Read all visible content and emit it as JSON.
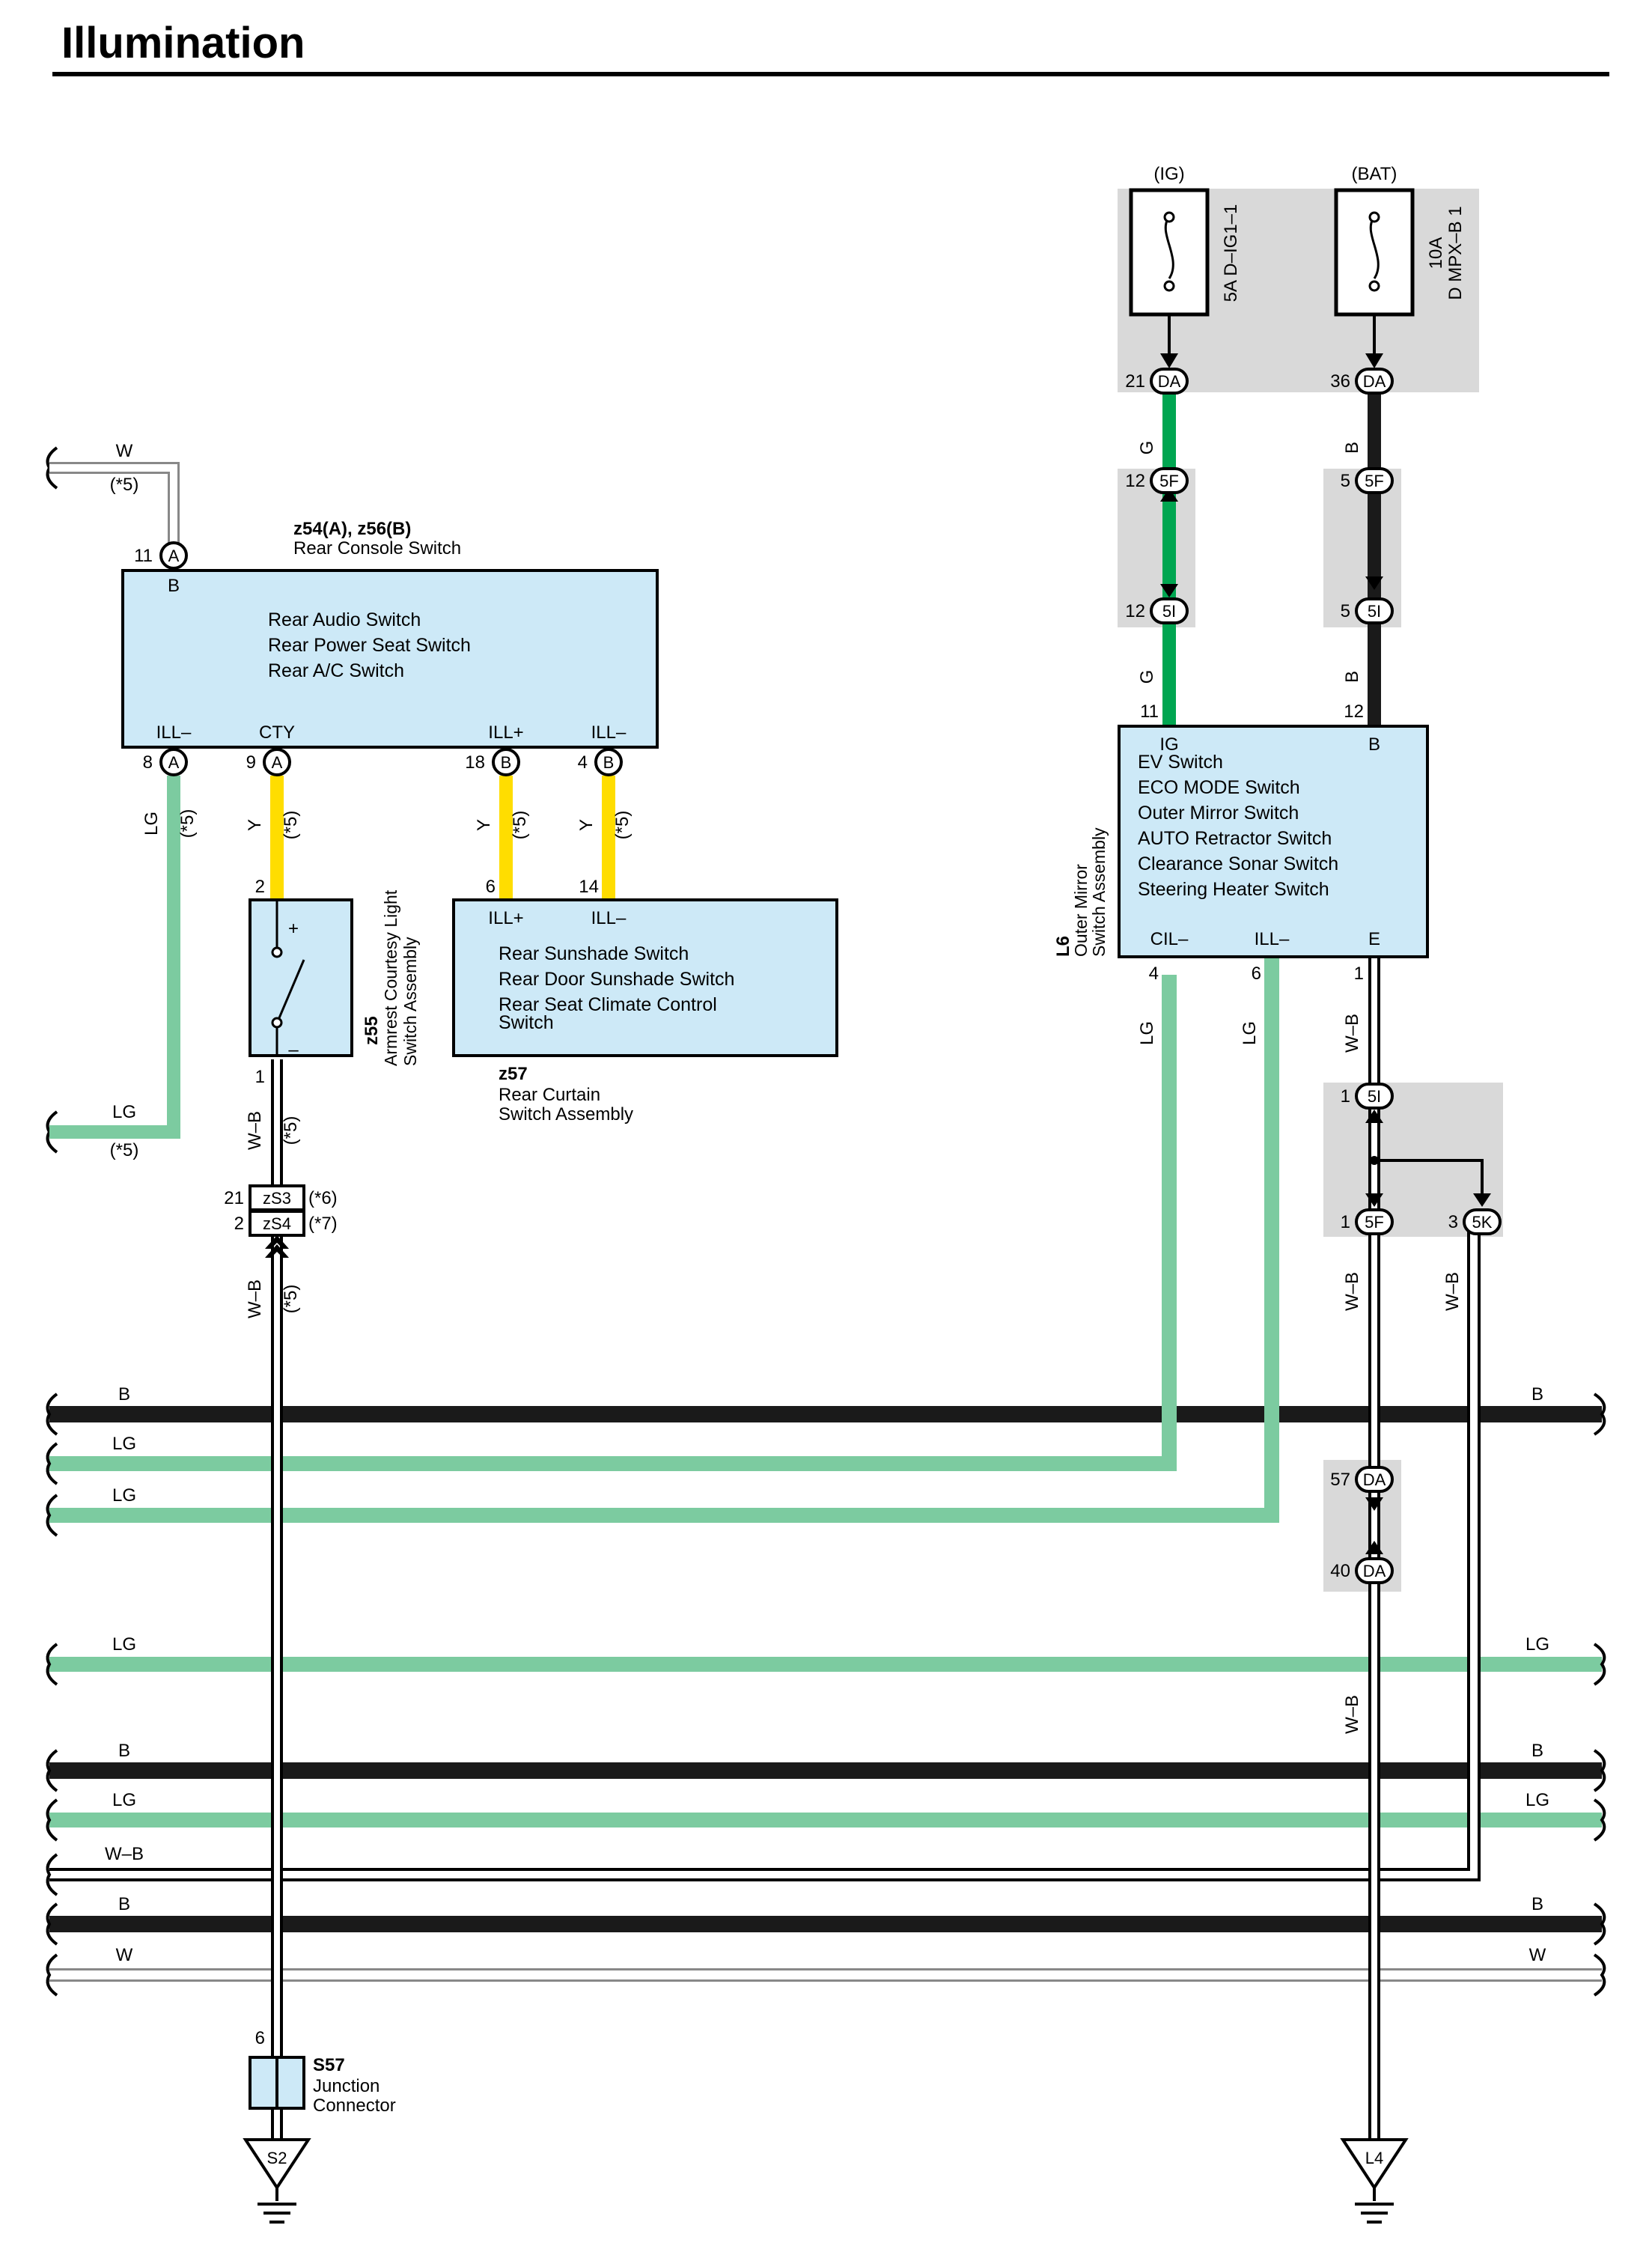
{
  "title": "Illumination",
  "power": {
    "ig_label": "(IG)",
    "bat_label": "(BAT)",
    "fuse1": {
      "rating": "5A",
      "name": "D–IG1–1"
    },
    "fuse2": {
      "rating": "10A",
      "name": "D MPX–B 1"
    }
  },
  "connectors": {
    "DA": "DA",
    "5F": "5F",
    "5I": "5I",
    "5K": "5K",
    "A": "A",
    "B": "B",
    "zS3": "zS3",
    "zS4": "zS4"
  },
  "pins": {
    "da21": "21",
    "da36": "36",
    "f12": "12",
    "f5": "5",
    "i12": "12",
    "i5": "5",
    "ev11": "11",
    "ev12": "12",
    "ev4": "4",
    "ev6": "6",
    "ev1": "1",
    "i1": "1",
    "f1": "1",
    "k3": "3",
    "da57": "57",
    "da40": "40",
    "rc11": "11",
    "rc8": "8",
    "rc9": "9",
    "rc18": "18",
    "rc4": "4",
    "z55_2": "2",
    "z55_1": "1",
    "z57_6": "6",
    "z57_14": "14",
    "zs3_21": "21",
    "zs4_2": "2",
    "s57_6": "6"
  },
  "wires": {
    "W": "W",
    "LG": "LG",
    "Y": "Y",
    "G": "G",
    "B": "B",
    "WB": "W–B",
    "n5": "(*5)",
    "n6": "(*6)",
    "n7": "(*7)"
  },
  "rear_console": {
    "id": "z54(A), z56(B)",
    "name": "Rear Console Switch",
    "lines": [
      "Rear Audio Switch",
      "Rear Power Seat Switch",
      "Rear A/C Switch"
    ],
    "term_b": "B",
    "term_ill_minus_a": "ILL–",
    "term_cty": "CTY",
    "term_ill_plus": "ILL+",
    "term_ill_minus_b": "ILL–"
  },
  "z55": {
    "id": "z55",
    "name1": "Armrest Courtesy Light",
    "name2": "Switch Assembly",
    "plus": "+",
    "minus": "–"
  },
  "z57": {
    "id": "z57",
    "name1": "Rear Curtain",
    "name2": "Switch Assembly",
    "term_ill_plus": "ILL+",
    "term_ill_minus": "ILL–",
    "lines": [
      "Rear Sunshade Switch",
      "Rear Door Sunshade Switch",
      "Rear Seat Climate Control",
      "Switch"
    ]
  },
  "l6": {
    "id": "L6",
    "name1": "Outer Mirror",
    "name2": "Switch Assembly",
    "term_ig": "IG",
    "term_b": "B",
    "term_cil": "CIL–",
    "term_ill": "ILL–",
    "term_e": "E",
    "lines": [
      "EV Switch",
      "ECO MODE Switch",
      "Outer Mirror Switch",
      "AUTO Retractor Switch",
      "Clearance Sonar Switch",
      "Steering Heater Switch"
    ]
  },
  "s57": {
    "id": "S57",
    "name1": "Junction",
    "name2": "Connector"
  },
  "grounds": {
    "s2": "S2",
    "l4": "L4"
  },
  "colors": {
    "box_fill": "#cde9f7",
    "gray_bg": "#d9d9d9",
    "wire_lg": "#7ccba0",
    "wire_y": "#ffdd00",
    "wire_g": "#00a651",
    "wire_b": "#1a1a1a"
  }
}
